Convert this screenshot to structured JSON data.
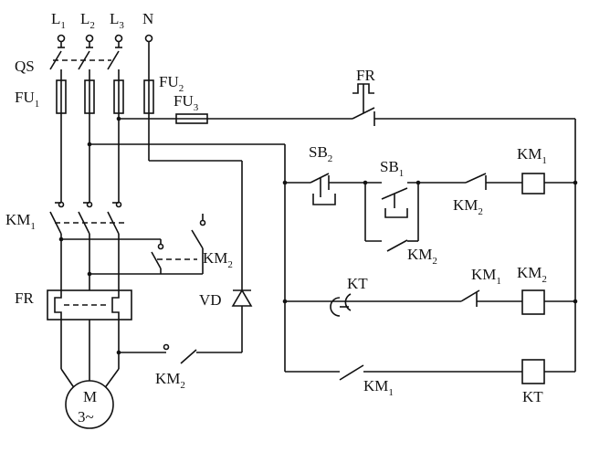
{
  "labels": {
    "L": "L",
    "s1": "1",
    "s2": "2",
    "s3": "3",
    "N": "N",
    "QS": "QS",
    "FU": "FU",
    "FU1_sub": "1",
    "FU2_sub": "2",
    "FU3_sub": "3",
    "FR_top": "FR",
    "SB": "SB",
    "SB2_sub": "2",
    "SB1_sub": "1",
    "KM": "KM",
    "KM1_sub": "1",
    "KM2_sub": "2",
    "KT": "KT",
    "FR_main": "FR",
    "VD": "VD",
    "M": "M",
    "motor_phase": "3~"
  }
}
